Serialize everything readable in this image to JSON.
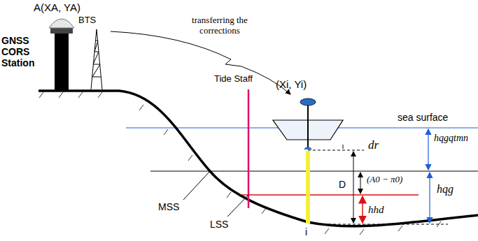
{
  "diagram": {
    "labels": [
      "A(XA, YA)",
      "GNSS CORS Station",
      "BTS",
      "transferring the corrections",
      "(Xi, Yi)",
      "Tide Staff",
      "sea surface",
      "dr",
      "hqgqtmn",
      "D",
      "(A0 − π0)",
      "hqg",
      "hhd",
      "MSS",
      "LSS",
      "i"
    ]
  }
}
